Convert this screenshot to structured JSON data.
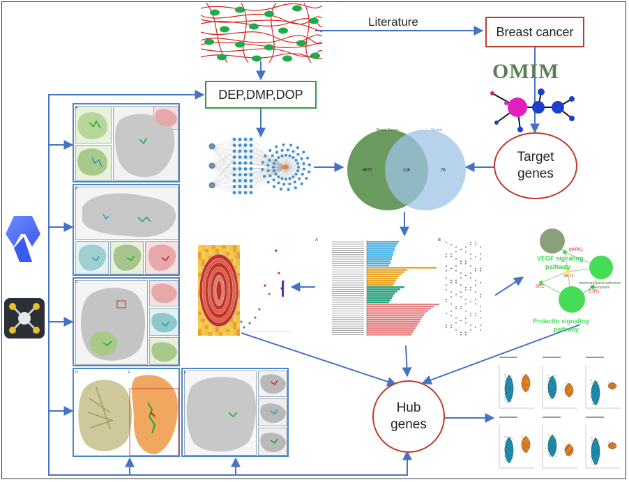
{
  "nodes": {
    "literature": "Literature",
    "breast_cancer": "Breast cancer",
    "omim": "OMIM",
    "dep_dmp_dop": "DEP,DMP,DOP",
    "target_genes_line1": "Target",
    "target_genes_line2": "genes",
    "hub_genes_line1": "Hub",
    "hub_genes_line2": "genes"
  },
  "venn": {
    "left_label": "Breast Cancer",
    "right_label": "Targets",
    "left_only": "6577",
    "overlap": "235",
    "right_only": "76"
  },
  "pathway_network": {
    "vegf_line1": "VEGF signaling",
    "vegf_line2": "pathway",
    "prolactin_line1": "Prolactin signaling",
    "prolactin_line2": "pathway",
    "mammary_line1": "mammary gland epithelium",
    "mammary_line2": "development",
    "genes": [
      "MAPK1",
      "AKT1",
      "SRC",
      "ESR1"
    ]
  },
  "enrichment": {
    "panel_a": "A",
    "panel_b": "B"
  },
  "docking_panels": {
    "letters": [
      "A",
      "B",
      "C",
      "D",
      "E",
      "F"
    ]
  },
  "colors": {
    "arrow": "#4472c4",
    "panel_border": "#4a86c8",
    "dep_border": "#2e9e3e",
    "breast_border": "#c0392b",
    "oval_border": "#c0392b",
    "venn_left": "#5b8f4e",
    "venn_right": "#9dc3e6",
    "omim_text": "#5a7f55",
    "pathway_green": "#44dd55",
    "pathway_grey": "#8aa07a"
  },
  "icons": [
    "fiber-network-icon",
    "alphafold-logo-icon",
    "pymol-molecule-icon"
  ]
}
